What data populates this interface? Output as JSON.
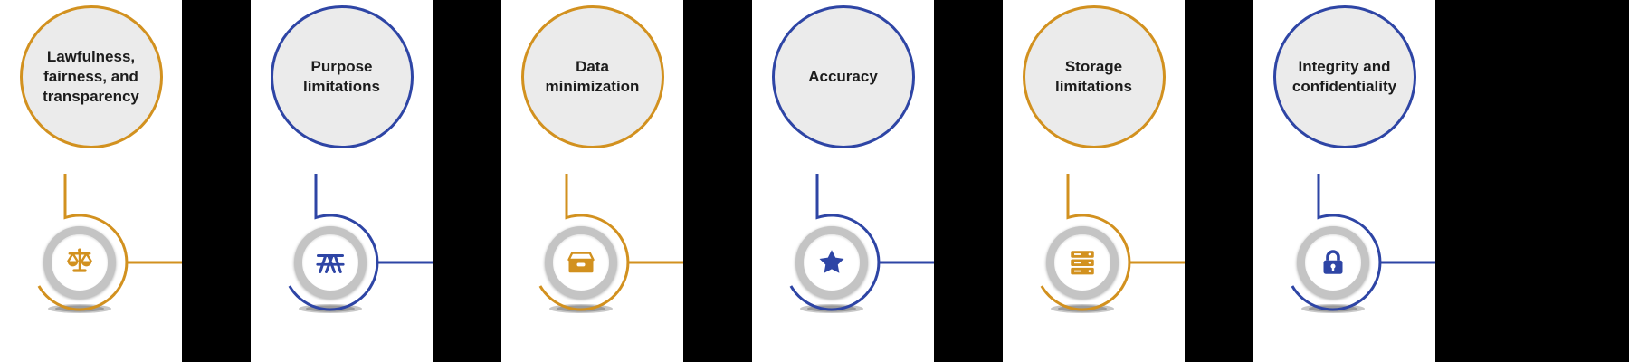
{
  "colors": {
    "orange": "#D2911F",
    "blue": "#2E45A5",
    "circle_fill": "#EBEBEB",
    "ring_gray": "#C4C4C4",
    "text": "#1C1C1C",
    "panel_background": "#FFFFFF",
    "page_background": "#000000"
  },
  "principles": [
    {
      "label": "Lawfulness, fairness, and transparency",
      "accent": "orange",
      "icon": "scales-icon"
    },
    {
      "label": "Purpose limitations",
      "accent": "blue",
      "icon": "picnic-table-icon"
    },
    {
      "label": "Data minimization",
      "accent": "orange",
      "icon": "archive-box-icon"
    },
    {
      "label": "Accuracy",
      "accent": "blue",
      "icon": "star-icon"
    },
    {
      "label": "Storage limitations",
      "accent": "orange",
      "icon": "server-stack-icon"
    },
    {
      "label": "Integrity and confidentiality",
      "accent": "blue",
      "icon": "lock-icon"
    }
  ]
}
